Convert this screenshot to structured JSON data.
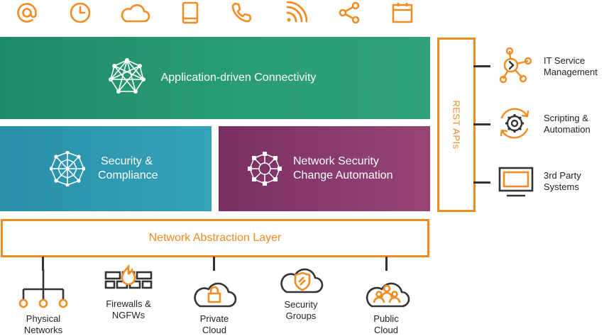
{
  "colors": {
    "accent": "#f28b22",
    "green": "#2a9c77",
    "teal": "#35a2b8",
    "purple": "#8a3a6e"
  },
  "top_icons": [
    "at-sign-icon",
    "clock-icon",
    "cloud-icon",
    "mobile-phone-icon",
    "telephone-icon",
    "rss-feed-icon",
    "share-icon",
    "calendar-icon"
  ],
  "layers": {
    "top": {
      "label": "Application-driven Connectivity",
      "icon": "network-mesh-icon"
    },
    "left": {
      "line1": "Security &",
      "line2": "Compliance",
      "icon": "web-network-icon"
    },
    "right": {
      "line1": "Network Security",
      "line2": "Change Automation",
      "icon": "automation-network-icon"
    },
    "abstraction": {
      "label": "Network Abstraction Layer"
    }
  },
  "rest_apis": {
    "label": "REST APIs"
  },
  "integrations": [
    {
      "line1": "IT Service",
      "line2": "Management",
      "icon": "service-hub-icon"
    },
    {
      "line1": "Scripting &",
      "line2": "Automation",
      "icon": "gear-cycle-icon"
    },
    {
      "line1": "3rd Party",
      "line2": "Systems",
      "icon": "monitor-icon"
    }
  ],
  "sources": [
    {
      "line1": "Physical",
      "line2": "Networks",
      "icon": "physical-network-icon"
    },
    {
      "line1": "Firewalls &",
      "line2": "NGFWs",
      "icon": "firewall-icon"
    },
    {
      "line1": "Private",
      "line2": "Cloud",
      "icon": "private-cloud-icon"
    },
    {
      "line1": "Security",
      "line2": "Groups",
      "icon": "security-group-icon"
    },
    {
      "line1": "Public",
      "line2": "Cloud",
      "icon": "public-cloud-icon"
    }
  ]
}
